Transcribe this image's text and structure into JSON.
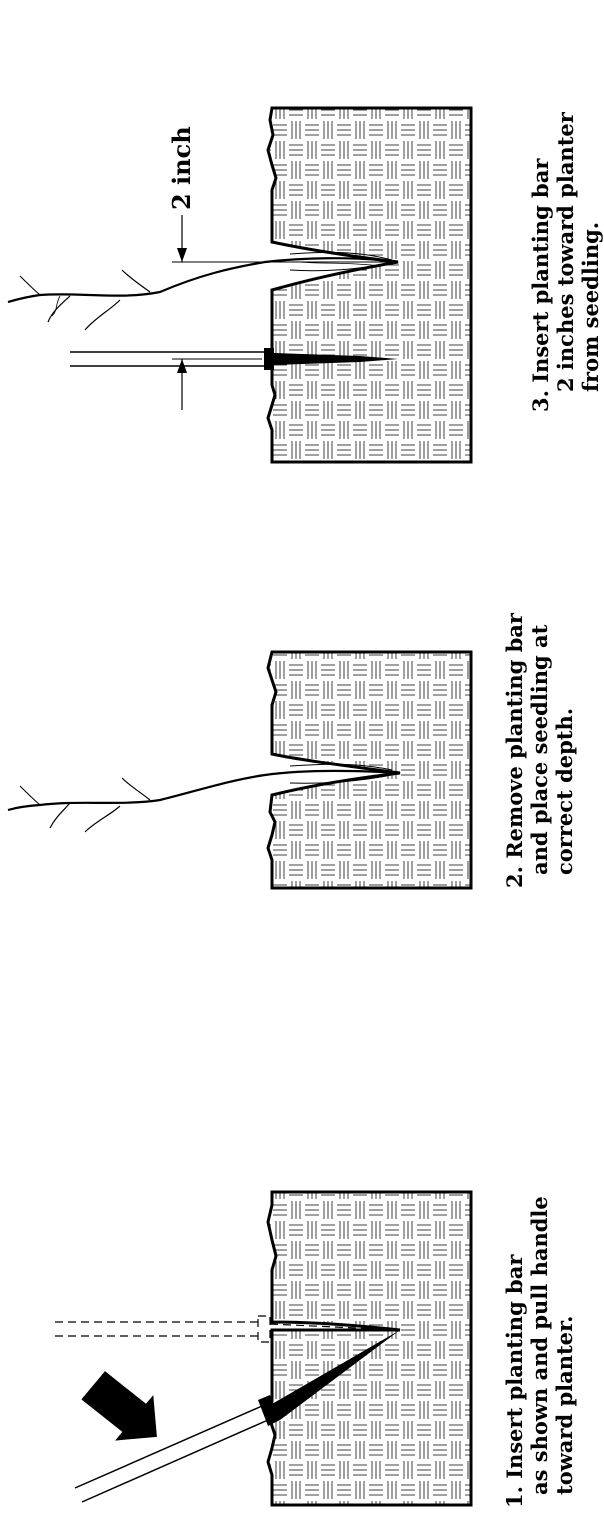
{
  "steps": [
    {
      "number": "1.",
      "lines": [
        "1. Insert planting bar",
        "as shown and pull handle",
        "toward planter."
      ]
    },
    {
      "number": "2.",
      "lines": [
        "2. Remove planting bar",
        "and place seedling at",
        "correct depth."
      ]
    },
    {
      "number": "3.",
      "lines": [
        "3. Insert planting bar",
        "2 inches toward planter",
        "from seedling."
      ]
    }
  ],
  "dimension": {
    "label": "2 inch"
  },
  "colors": {
    "ink": "#000000",
    "paper": "#ffffff",
    "soil_pattern": "#111111"
  }
}
